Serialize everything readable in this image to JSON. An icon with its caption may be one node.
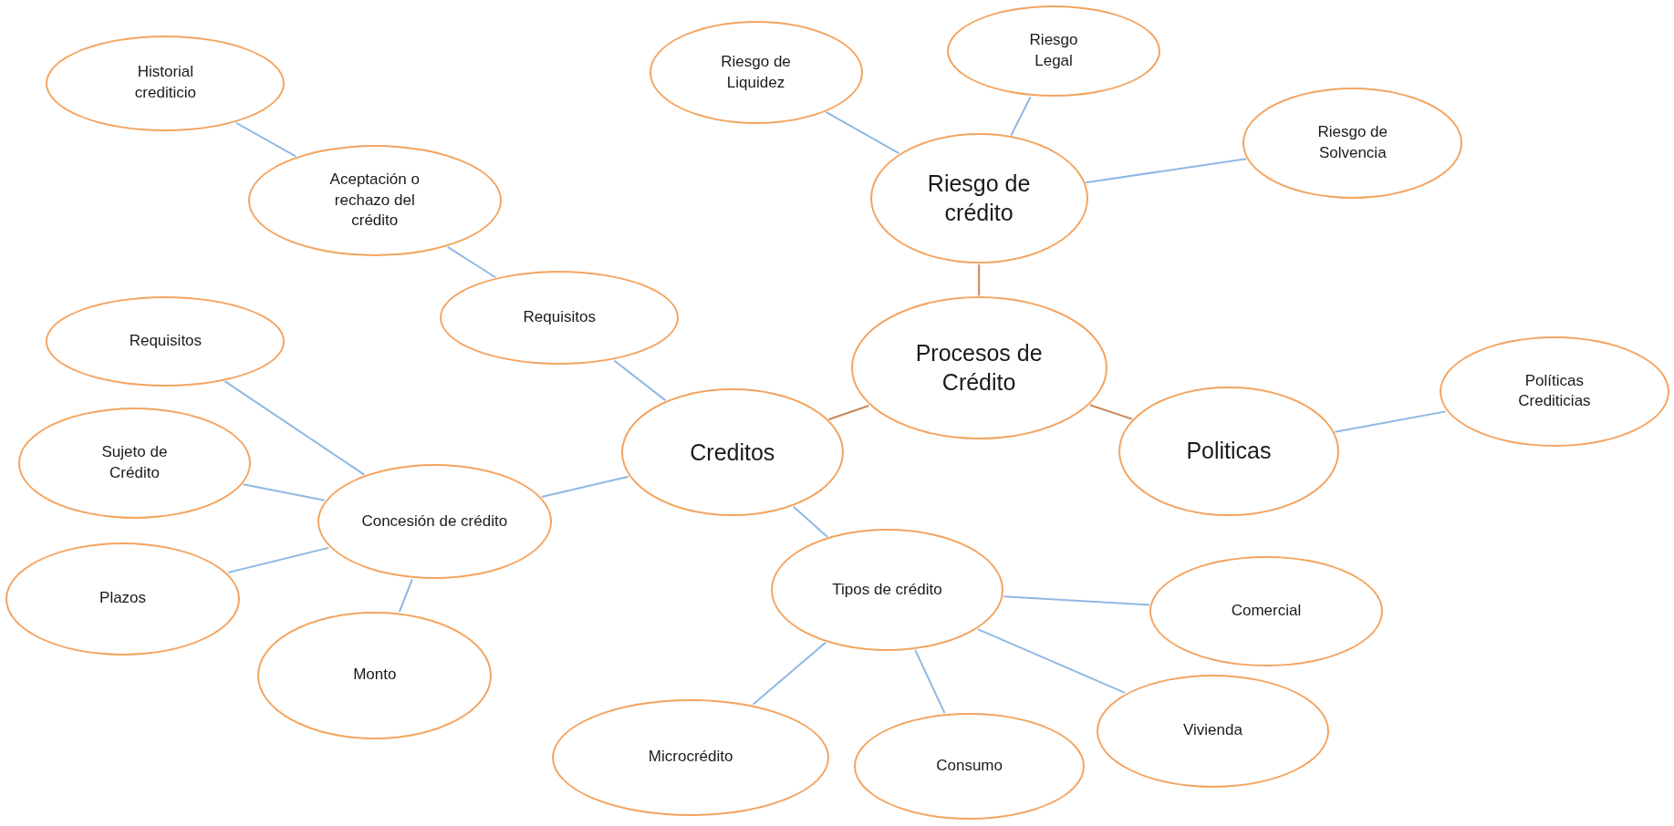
{
  "diagram": {
    "nodes": [
      {
        "text": [
          "Procesos de Crédito"
        ]
      },
      {
        "text": [
          "Riesgo de crédito"
        ]
      },
      {
        "text": [
          "Riesgo de Liquidez"
        ]
      },
      {
        "text": [
          "Riesgo Legal"
        ]
      },
      {
        "text": [
          "Riesgo de Solvencia"
        ]
      },
      {
        "text": [
          "Politicas"
        ]
      },
      {
        "text": [
          "Políticas Crediticias"
        ]
      },
      {
        "text": [
          "Creditos"
        ]
      },
      {
        "text": [
          "Requisitos"
        ]
      },
      {
        "text": [
          "Aceptación o rechazo del crédito"
        ]
      },
      {
        "text": [
          "Historial crediticio"
        ]
      },
      {
        "text": [
          "Concesión de crédito"
        ]
      },
      {
        "text": [
          "Requisitos"
        ]
      },
      {
        "text": [
          "Sujeto de Crédito"
        ]
      },
      {
        "text": [
          "Plazos"
        ]
      },
      {
        "text": [
          "Monto"
        ]
      },
      {
        "text": [
          "Tipos de crédito"
        ]
      },
      {
        "text": [
          "Comercial"
        ]
      },
      {
        "text": [
          "Vivienda"
        ]
      },
      {
        "text": [
          "Consumo"
        ]
      },
      {
        "text": [
          "Microcrédito"
        ]
      }
    ],
    "edges": [
      {
        "from": 0,
        "to": 1,
        "arrow": "none",
        "color": "#c8875a"
      },
      {
        "from": 0,
        "to": 7,
        "arrow": "none",
        "color": "#c8875a"
      },
      {
        "from": 0,
        "to": 5,
        "arrow": "none",
        "color": "#c8875a"
      },
      {
        "from": 1,
        "to": 2,
        "arrow": "none"
      },
      {
        "from": 1,
        "to": 3,
        "arrow": "none"
      },
      {
        "from": 1,
        "to": 4,
        "arrow": "none"
      },
      {
        "from": 5,
        "to": 6,
        "arrow": "none"
      },
      {
        "from": 7,
        "to": 8,
        "arrow": "none"
      },
      {
        "from": 8,
        "to": 9,
        "arrow": "none"
      },
      {
        "from": 9,
        "to": 10,
        "arrow": "none"
      },
      {
        "from": 7,
        "to": 11,
        "arrow": "none"
      },
      {
        "from": 11,
        "to": 12,
        "arrow": "none"
      },
      {
        "from": 11,
        "to": 13,
        "arrow": "none"
      },
      {
        "from": 11,
        "to": 14,
        "arrow": "none"
      },
      {
        "from": 11,
        "to": 15,
        "arrow": "none"
      },
      {
        "from": 7,
        "to": 16,
        "arrow": "none"
      },
      {
        "from": 16,
        "to": 17,
        "arrow": "none"
      },
      {
        "from": 16,
        "to": 18,
        "arrow": "none"
      },
      {
        "from": 16,
        "to": 19,
        "arrow": "none"
      },
      {
        "from": 16,
        "to": 20,
        "arrow": "none"
      }
    ]
  }
}
